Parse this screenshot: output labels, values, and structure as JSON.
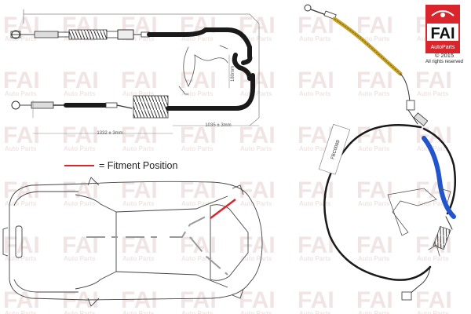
{
  "watermark": {
    "brand": "FAI",
    "tagline": "Auto Parts"
  },
  "dimensions": {
    "overall_length": "1332 ± 3mm",
    "section_length": "1035 ± 3mm",
    "vertical_offset": "180mm"
  },
  "legend": {
    "label": "= Fitment Position",
    "color": "#d8262c"
  },
  "logo": {
    "text": "FAI",
    "sub_text": "AutoParts",
    "color": "#d8262c"
  },
  "copyright": {
    "year_line": "© 2015",
    "rights_line": "All rights reserved"
  },
  "cable_tag": {
    "text": "FBC0089"
  },
  "colors": {
    "cable": "#1a1a1a",
    "outline": "#555555",
    "blue_sheath": "#2255cc",
    "yellow_end": "#c8a428",
    "watermark": "#f0e4e4"
  }
}
